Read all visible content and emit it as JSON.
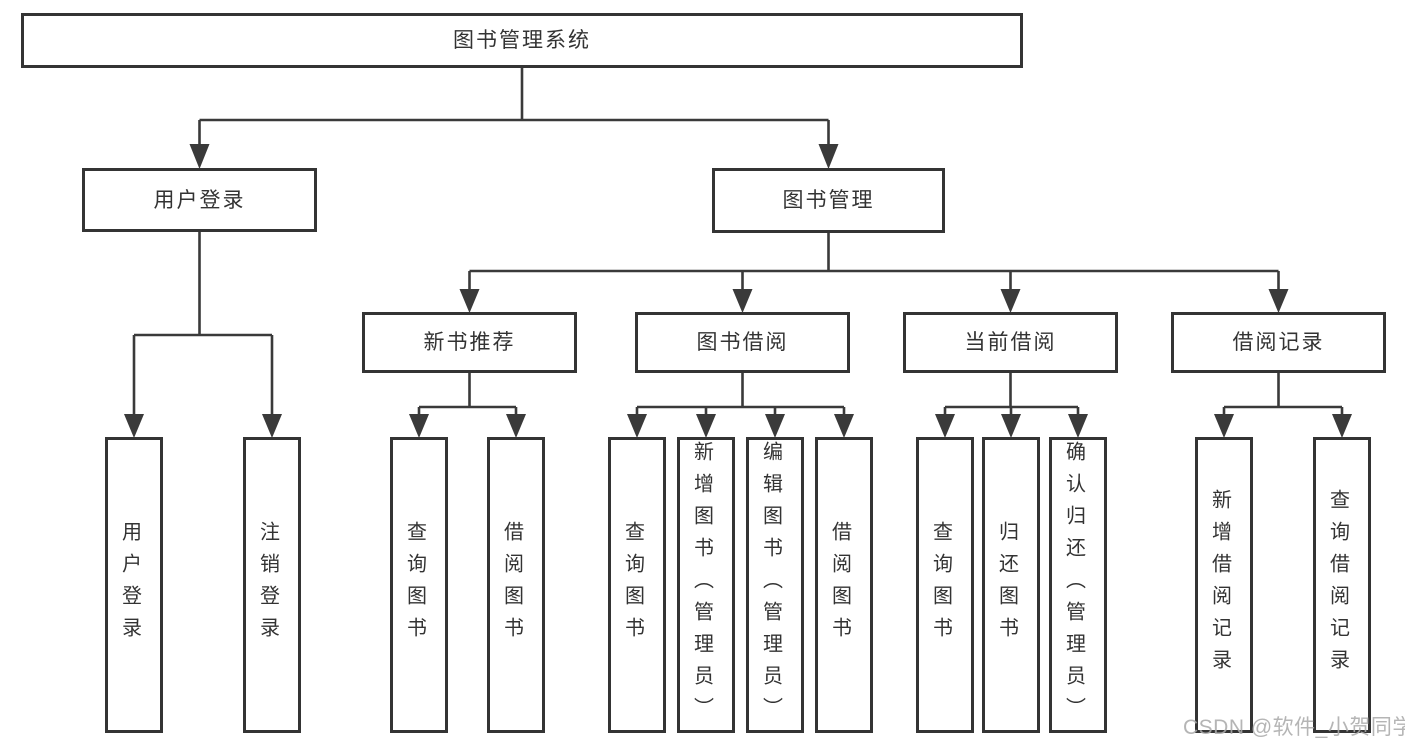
{
  "tree": {
    "root": {
      "label": "图书管理系统"
    },
    "children": [
      {
        "label": "用户登录",
        "children": [
          {
            "label": "用户登录"
          },
          {
            "label": "注销登录"
          }
        ]
      },
      {
        "label": "图书管理",
        "children": [
          {
            "label": "新书推荐",
            "children": [
              {
                "label": "查询图书"
              },
              {
                "label": "借阅图书"
              }
            ]
          },
          {
            "label": "图书借阅",
            "children": [
              {
                "label": "查询图书"
              },
              {
                "label": "新增图书（管理员）"
              },
              {
                "label": "编辑图书（管理员）"
              },
              {
                "label": "借阅图书"
              }
            ]
          },
          {
            "label": "当前借阅",
            "children": [
              {
                "label": "查询图书"
              },
              {
                "label": "归还图书"
              },
              {
                "label": "确认归还（管理员）"
              }
            ]
          },
          {
            "label": "借阅记录",
            "children": [
              {
                "label": "新增借阅记录"
              },
              {
                "label": "查询借阅记录"
              }
            ]
          }
        ]
      }
    ]
  },
  "watermark": {
    "text": "CSDN @软件_小贺同学"
  },
  "colors": {
    "line": "#3a3a3a",
    "border": "#343434",
    "text": "#333333",
    "watermark": "#ababab",
    "background": "#ffffff"
  }
}
